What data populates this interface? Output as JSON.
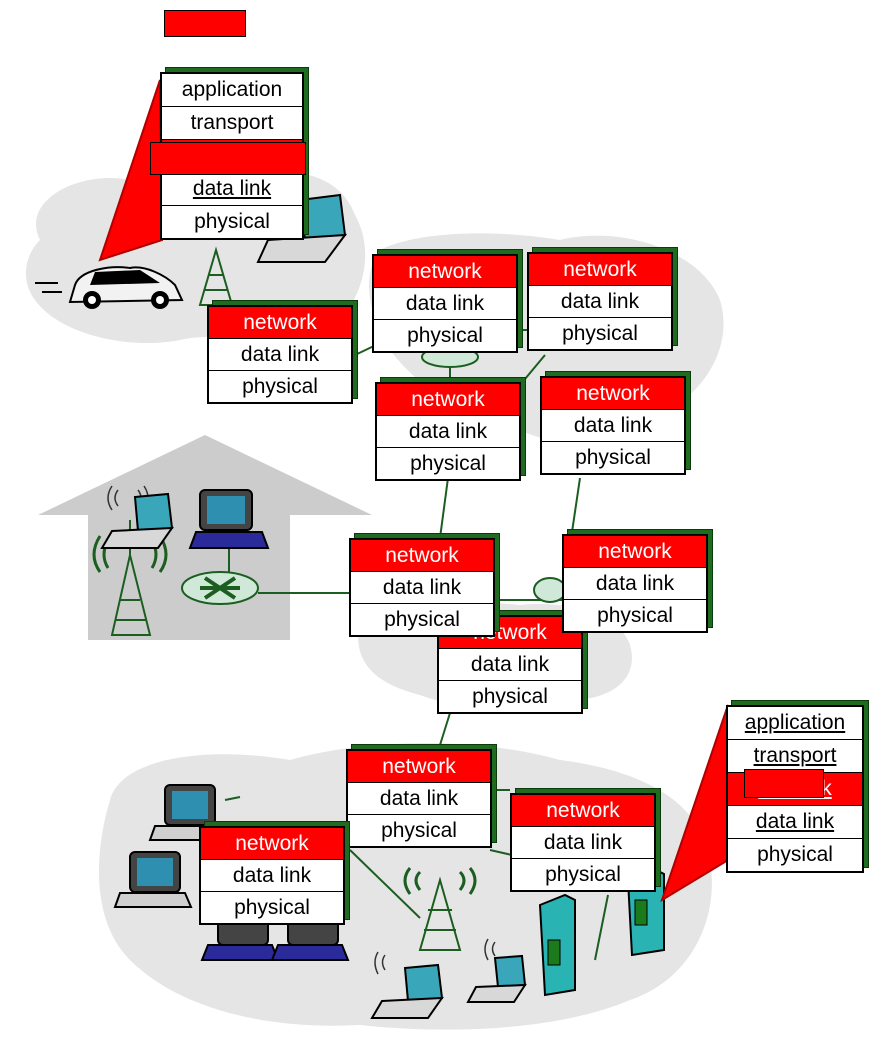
{
  "colors": {
    "accent": "#ff0000",
    "cloud": "#e5e5e5",
    "stack_shadow": "#1f6b1f",
    "device_teal": "#2ab3b3",
    "wire": "#1b5e20"
  },
  "top_host_stack": {
    "layers": [
      "application",
      "transport",
      "",
      "data link",
      "physical"
    ]
  },
  "router_stacks": [
    {
      "id": "r1",
      "layers": [
        "network",
        "data link",
        "physical"
      ]
    },
    {
      "id": "r2",
      "layers": [
        "network",
        "data link",
        "physical"
      ]
    },
    {
      "id": "r3",
      "layers": [
        "network",
        "data link",
        "physical"
      ]
    },
    {
      "id": "r4",
      "layers": [
        "network",
        "data link",
        "physical"
      ]
    },
    {
      "id": "r5",
      "layers": [
        "network",
        "data link",
        "physical"
      ]
    },
    {
      "id": "r6",
      "layers": [
        "network",
        "data link",
        "physical"
      ]
    },
    {
      "id": "r7",
      "layers": [
        "network",
        "data link",
        "physical"
      ]
    },
    {
      "id": "r8",
      "layers": [
        "network",
        "data link",
        "physical"
      ]
    },
    {
      "id": "r9",
      "layers": [
        "network",
        "data link",
        "physical"
      ]
    },
    {
      "id": "r10",
      "layers": [
        "network",
        "data link",
        "physical"
      ]
    },
    {
      "id": "r11",
      "layers": [
        "network",
        "data link",
        "physical"
      ]
    }
  ],
  "server_stack": {
    "layers": [
      "application",
      "transport",
      "network",
      "data link",
      "physical"
    ]
  },
  "icons": [
    "car-icon",
    "antenna-tower-icon",
    "laptop-icon",
    "desktop-computer-icon",
    "router-icon",
    "server-icon",
    "wireless-signal-icon",
    "house-icon"
  ]
}
